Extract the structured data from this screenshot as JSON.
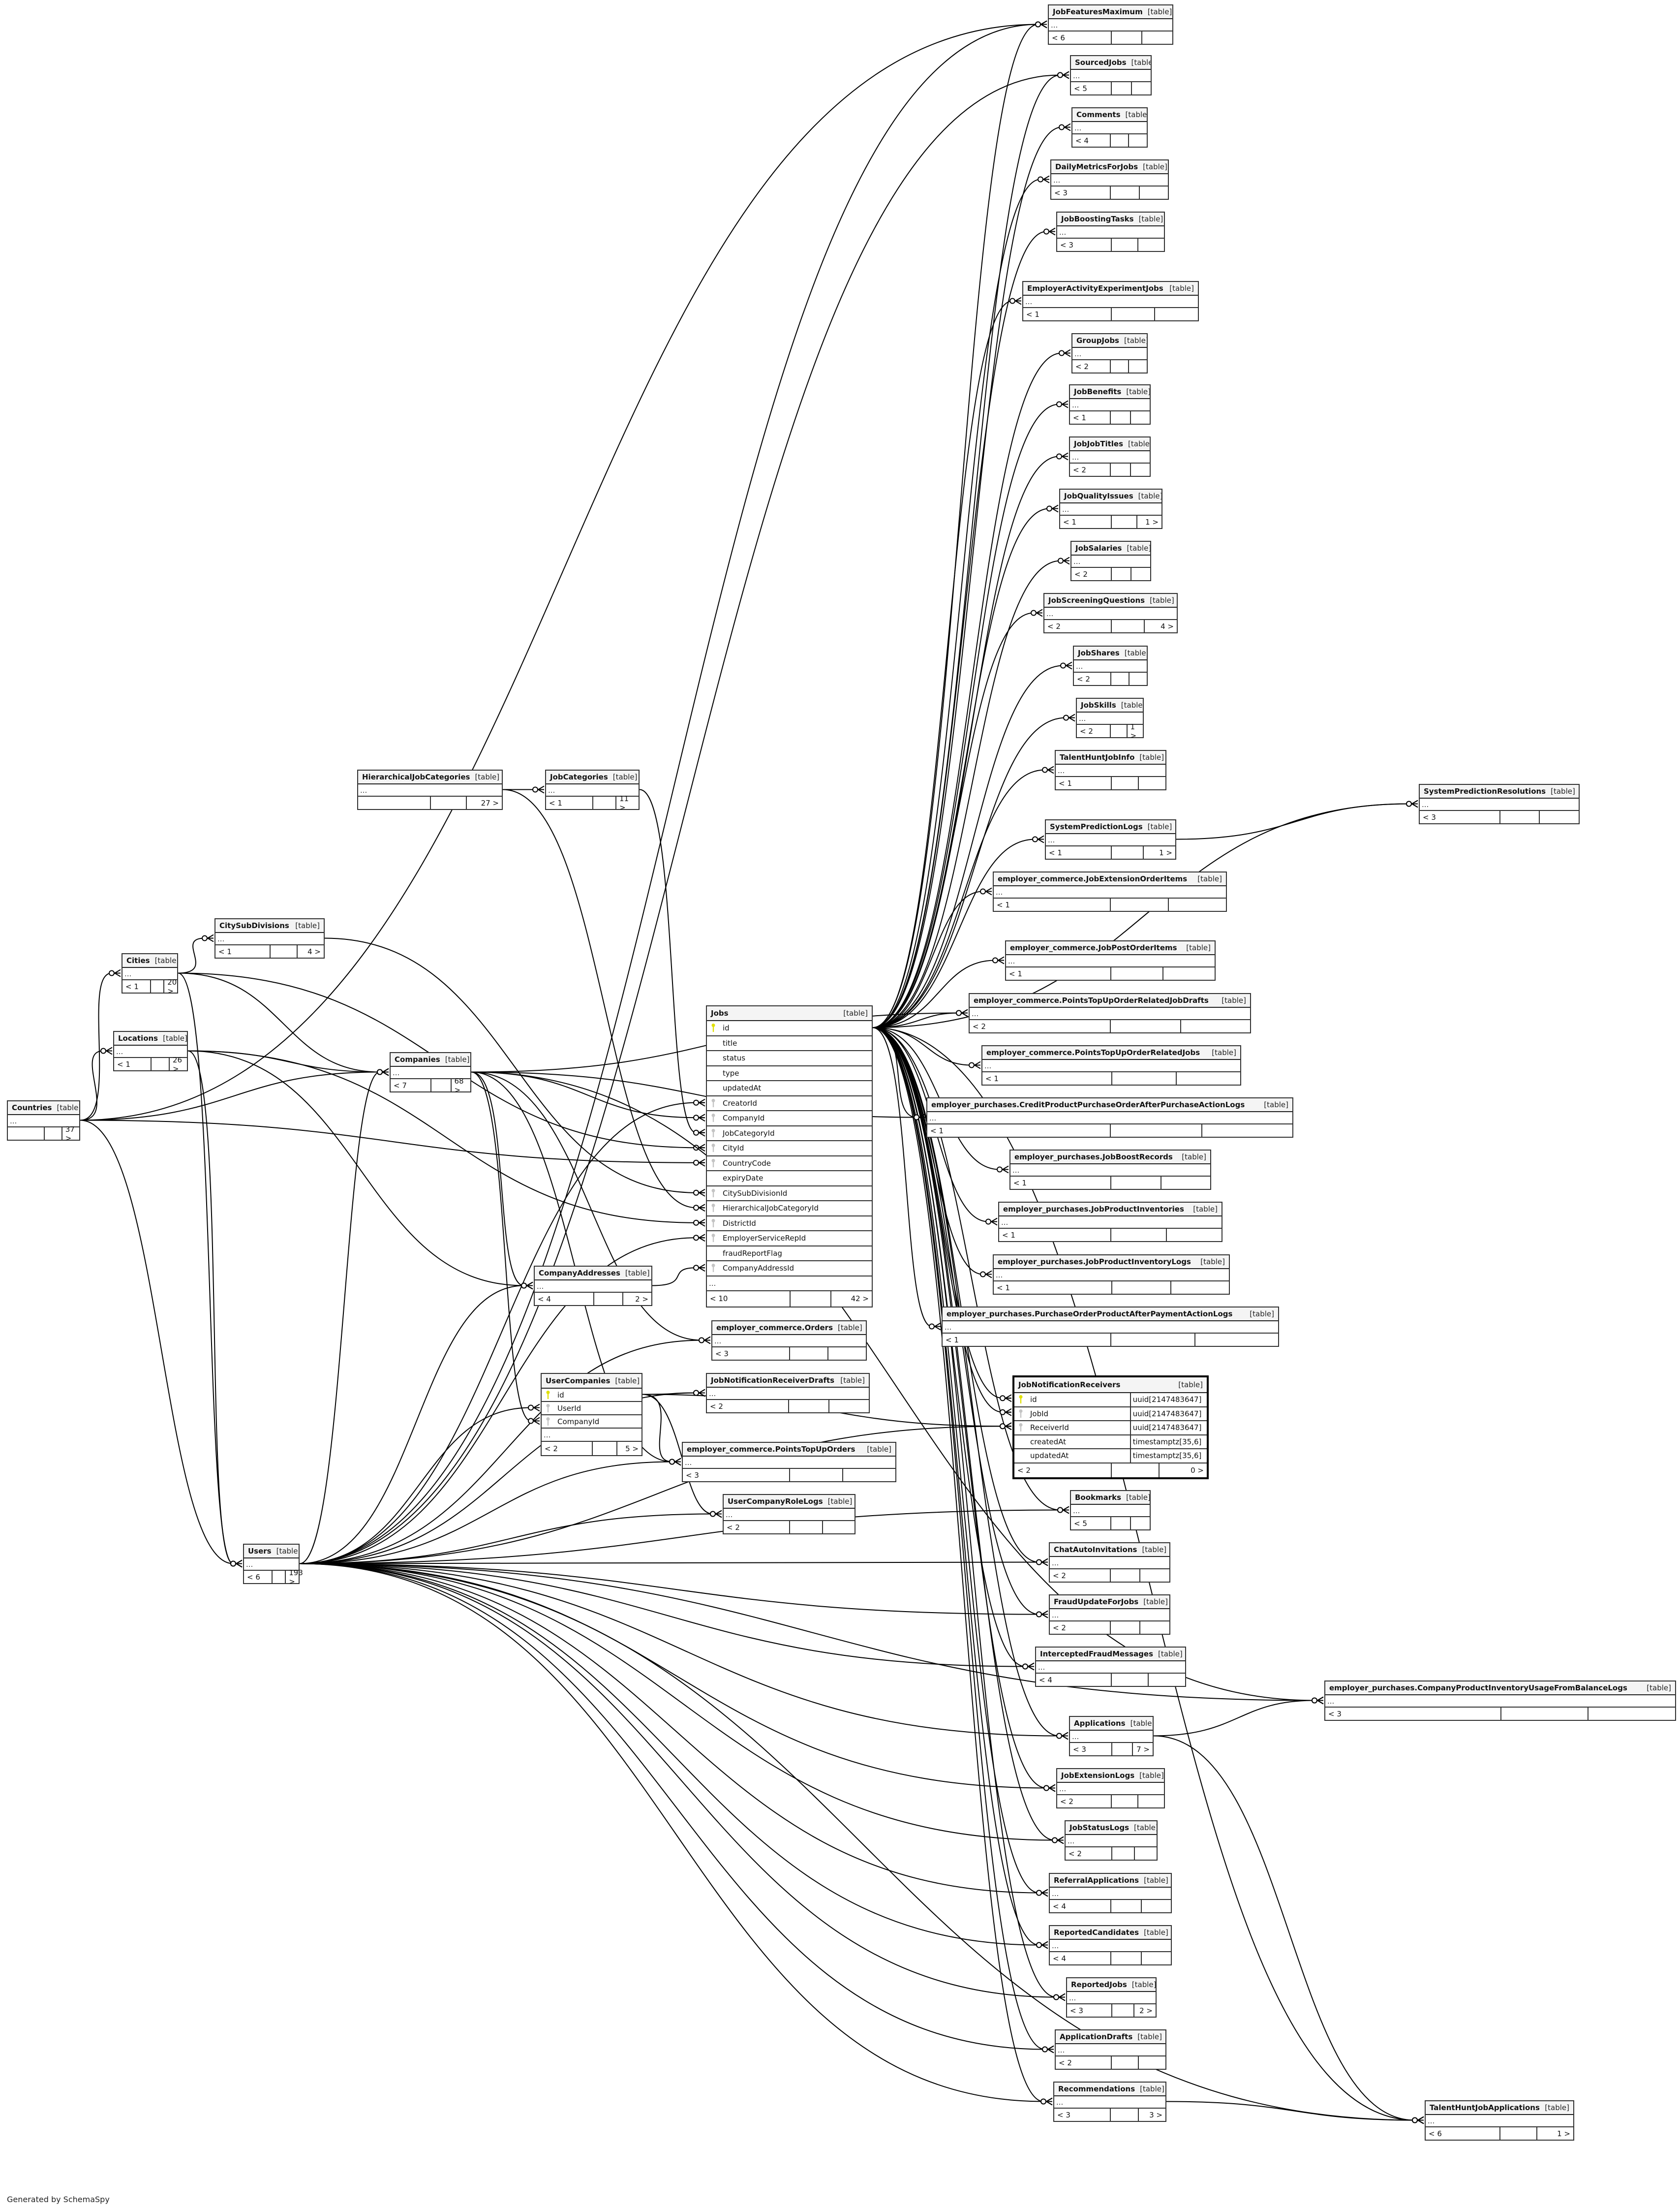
{
  "generated_by": "Generated by SchemaSpy",
  "tables": [
    {
      "name": "JobFeaturesMaximum",
      "label": "[table]",
      "ellipsis": "...",
      "footer": [
        "< 6",
        "",
        ""
      ]
    },
    {
      "name": "SourcedJobs",
      "label": "[table]",
      "ellipsis": "...",
      "footer": [
        "< 5",
        "",
        ""
      ]
    },
    {
      "name": "Comments",
      "label": "[table]",
      "ellipsis": "...",
      "footer": [
        "< 4",
        "",
        ""
      ]
    },
    {
      "name": "DailyMetricsForJobs",
      "label": "[table]",
      "ellipsis": "...",
      "footer": [
        "< 3",
        "",
        ""
      ]
    },
    {
      "name": "JobBoostingTasks",
      "label": "[table]",
      "ellipsis": "...",
      "footer": [
        "< 3",
        "",
        ""
      ]
    },
    {
      "name": "EmployerActivityExperimentJobs",
      "label": "[table]",
      "ellipsis": "...",
      "footer": [
        "< 1",
        "",
        ""
      ]
    },
    {
      "name": "GroupJobs",
      "label": "[table]",
      "ellipsis": "...",
      "footer": [
        "< 2",
        "",
        ""
      ]
    },
    {
      "name": "JobBenefits",
      "label": "[table]",
      "ellipsis": "...",
      "footer": [
        "< 1",
        "",
        ""
      ]
    },
    {
      "name": "JobJobTitles",
      "label": "[table]",
      "ellipsis": "...",
      "footer": [
        "< 2",
        "",
        ""
      ]
    },
    {
      "name": "JobQualityIssues",
      "label": "[table]",
      "ellipsis": "...",
      "footer": [
        "< 1",
        "",
        "1 >"
      ]
    },
    {
      "name": "JobSalaries",
      "label": "[table]",
      "ellipsis": "...",
      "footer": [
        "< 2",
        "",
        ""
      ]
    },
    {
      "name": "JobScreeningQuestions",
      "label": "[table]",
      "ellipsis": "...",
      "footer": [
        "< 2",
        "",
        "4 >"
      ]
    },
    {
      "name": "JobShares",
      "label": "[table]",
      "ellipsis": "...",
      "footer": [
        "< 2",
        "",
        ""
      ]
    },
    {
      "name": "JobSkills",
      "label": "[table]",
      "ellipsis": "...",
      "footer": [
        "< 2",
        "",
        "1 >"
      ]
    },
    {
      "name": "TalentHuntJobInfo",
      "label": "[table]",
      "ellipsis": "...",
      "footer": [
        "< 1",
        "",
        ""
      ]
    },
    {
      "name": "SystemPredictionLogs",
      "label": "[table]",
      "ellipsis": "...",
      "footer": [
        "< 1",
        "",
        "1 >"
      ]
    },
    {
      "name": "employer_commerce.JobExtensionOrderItems",
      "label": "[table]",
      "ellipsis": "...",
      "footer": [
        "< 1",
        "",
        ""
      ]
    },
    {
      "name": "employer_commerce.JobPostOrderItems",
      "label": "[table]",
      "ellipsis": "...",
      "footer": [
        "< 1",
        "",
        ""
      ]
    },
    {
      "name": "employer_commerce.PointsTopUpOrderRelatedJobDrafts",
      "label": "[table]",
      "ellipsis": "...",
      "footer": [
        "< 2",
        "",
        ""
      ]
    },
    {
      "name": "employer_commerce.PointsTopUpOrderRelatedJobs",
      "label": "[table]",
      "ellipsis": "...",
      "footer": [
        "< 1",
        "",
        ""
      ]
    },
    {
      "name": "employer_purchases.CreditProductPurchaseOrderAfterPurchaseActionLogs",
      "label": "[table]",
      "ellipsis": "...",
      "footer": [
        "< 1",
        "",
        ""
      ]
    },
    {
      "name": "employer_purchases.JobBoostRecords",
      "label": "[table]",
      "ellipsis": "...",
      "footer": [
        "< 1",
        "",
        ""
      ]
    },
    {
      "name": "employer_purchases.JobProductInventories",
      "label": "[table]",
      "ellipsis": "...",
      "footer": [
        "< 1",
        "",
        ""
      ]
    },
    {
      "name": "employer_purchases.JobProductInventoryLogs",
      "label": "[table]",
      "ellipsis": "...",
      "footer": [
        "< 1",
        "",
        ""
      ]
    },
    {
      "name": "employer_purchases.PurchaseOrderProductAfterPaymentActionLogs",
      "label": "[table]",
      "ellipsis": "...",
      "footer": [
        "< 1",
        "",
        ""
      ]
    },
    {
      "name": "JobNotificationReceivers",
      "label": "[table]",
      "columns": [
        {
          "name": "id",
          "key": "pk",
          "type": "uuid[2147483647]"
        },
        {
          "name": "JobId",
          "key": "fk",
          "type": "uuid[2147483647]"
        },
        {
          "name": "ReceiverId",
          "key": "fk",
          "type": "uuid[2147483647]"
        },
        {
          "name": "createdAt",
          "key": "",
          "type": "timestamptz[35,6]"
        },
        {
          "name": "updatedAt",
          "key": "",
          "type": "timestamptz[35,6]"
        }
      ],
      "footer": [
        "< 2",
        "",
        "0 >"
      ]
    },
    {
      "name": "Bookmarks",
      "label": "[table]",
      "ellipsis": "...",
      "footer": [
        "< 5",
        "",
        ""
      ]
    },
    {
      "name": "ChatAutoInvitations",
      "label": "[table]",
      "ellipsis": "...",
      "footer": [
        "< 2",
        "",
        ""
      ]
    },
    {
      "name": "FraudUpdateForJobs",
      "label": "[table]",
      "ellipsis": "...",
      "footer": [
        "< 2",
        "",
        ""
      ]
    },
    {
      "name": "InterceptedFraudMessages",
      "label": "[table]",
      "ellipsis": "...",
      "footer": [
        "< 4",
        "",
        ""
      ]
    },
    {
      "name": "Applications",
      "label": "[table]",
      "ellipsis": "...",
      "footer": [
        "< 3",
        "",
        "7 >"
      ]
    },
    {
      "name": "JobExtensionLogs",
      "label": "[table]",
      "ellipsis": "...",
      "footer": [
        "< 2",
        "",
        ""
      ]
    },
    {
      "name": "JobStatusLogs",
      "label": "[table]",
      "ellipsis": "...",
      "footer": [
        "< 2",
        "",
        ""
      ]
    },
    {
      "name": "ReferralApplications",
      "label": "[table]",
      "ellipsis": "...",
      "footer": [
        "< 4",
        "",
        ""
      ]
    },
    {
      "name": "ReportedCandidates",
      "label": "[table]",
      "ellipsis": "...",
      "footer": [
        "< 4",
        "",
        ""
      ]
    },
    {
      "name": "ReportedJobs",
      "label": "[table]",
      "ellipsis": "...",
      "footer": [
        "< 3",
        "",
        "2 >"
      ]
    },
    {
      "name": "ApplicationDrafts",
      "label": "[table]",
      "ellipsis": "...",
      "footer": [
        "< 2",
        "",
        ""
      ]
    },
    {
      "name": "Recommendations",
      "label": "[table]",
      "ellipsis": "...",
      "footer": [
        "< 3",
        "",
        "3 >"
      ]
    },
    {
      "name": "SystemPredictionResolutions",
      "label": "[table]",
      "ellipsis": "...",
      "footer": [
        "< 3",
        "",
        ""
      ]
    },
    {
      "name": "employer_purchases.CompanyProductInventoryUsageFromBalanceLogs",
      "label": "[table]",
      "ellipsis": "...",
      "footer": [
        "< 3",
        "",
        ""
      ]
    },
    {
      "name": "TalentHuntJobApplications",
      "label": "[table]",
      "ellipsis": "...",
      "footer": [
        "< 6",
        "",
        "1 >"
      ]
    },
    {
      "name": "HierarchicalJobCategories",
      "label": "[table]",
      "ellipsis": "...",
      "footer": [
        "",
        "",
        "27 >"
      ]
    },
    {
      "name": "JobCategories",
      "label": "[table]",
      "ellipsis": "...",
      "footer": [
        "< 1",
        "",
        "11 >"
      ]
    },
    {
      "name": "CitySubDivisions",
      "label": "[table]",
      "ellipsis": "...",
      "footer": [
        "< 1",
        "",
        "4 >"
      ]
    },
    {
      "name": "Cities",
      "label": "[table]",
      "ellipsis": "...",
      "footer": [
        "< 1",
        "",
        "20 >"
      ]
    },
    {
      "name": "Locations",
      "label": "[table]",
      "ellipsis": "...",
      "footer": [
        "< 1",
        "",
        "26 >"
      ]
    },
    {
      "name": "Countries",
      "label": "[table]",
      "ellipsis": "...",
      "footer": [
        "",
        "",
        "37 >"
      ]
    },
    {
      "name": "Companies",
      "label": "[table]",
      "ellipsis": "...",
      "footer": [
        "< 7",
        "",
        "68 >"
      ]
    },
    {
      "name": "CompanyAddresses",
      "label": "[table]",
      "ellipsis": "...",
      "footer": [
        "< 4",
        "",
        "2 >"
      ]
    },
    {
      "name": "employer_commerce.Orders",
      "label": "[table]",
      "ellipsis": "...",
      "footer": [
        "< 3",
        "",
        ""
      ]
    },
    {
      "name": "UserCompanies",
      "label": "[table]",
      "columns": [
        {
          "name": "id",
          "key": "pk"
        },
        {
          "name": "UserId",
          "key": "fk"
        },
        {
          "name": "CompanyId",
          "key": "fk"
        }
      ],
      "ellipsis": "...",
      "footer": [
        "< 2",
        "",
        "5 >"
      ]
    },
    {
      "name": "JobNotificationReceiverDrafts",
      "label": "[table]",
      "ellipsis": "...",
      "footer": [
        "< 2",
        "",
        ""
      ]
    },
    {
      "name": "employer_commerce.PointsTopUpOrders",
      "label": "[table]",
      "ellipsis": "...",
      "footer": [
        "< 3",
        "",
        ""
      ]
    },
    {
      "name": "UserCompanyRoleLogs",
      "label": "[table]",
      "ellipsis": "...",
      "footer": [
        "< 2",
        "",
        ""
      ]
    },
    {
      "name": "Users",
      "label": "[table]",
      "ellipsis": "...",
      "footer": [
        "< 6",
        "",
        "193 >"
      ]
    },
    {
      "name": "Jobs",
      "label": "[table]",
      "columns": [
        {
          "name": "id",
          "key": "pk"
        },
        {
          "name": "title",
          "key": ""
        },
        {
          "name": "status",
          "key": ""
        },
        {
          "name": "type",
          "key": ""
        },
        {
          "name": "updatedAt",
          "key": ""
        },
        {
          "name": "CreatorId",
          "key": "fk"
        },
        {
          "name": "CompanyId",
          "key": "fk"
        },
        {
          "name": "JobCategoryId",
          "key": "fk"
        },
        {
          "name": "CityId",
          "key": "fk"
        },
        {
          "name": "CountryCode",
          "key": "fk"
        },
        {
          "name": "expiryDate",
          "key": ""
        },
        {
          "name": "CitySubDivisionId",
          "key": "fk"
        },
        {
          "name": "HierarchicalJobCategoryId",
          "key": "fk"
        },
        {
          "name": "DistrictId",
          "key": "fk"
        },
        {
          "name": "EmployerServiceRepId",
          "key": "fk"
        },
        {
          "name": "fraudReportFlag",
          "key": ""
        },
        {
          "name": "CompanyAddressId",
          "key": "fk"
        }
      ],
      "ellipsis": "...",
      "footer": [
        "< 10",
        "",
        "42 >"
      ]
    }
  ]
}
